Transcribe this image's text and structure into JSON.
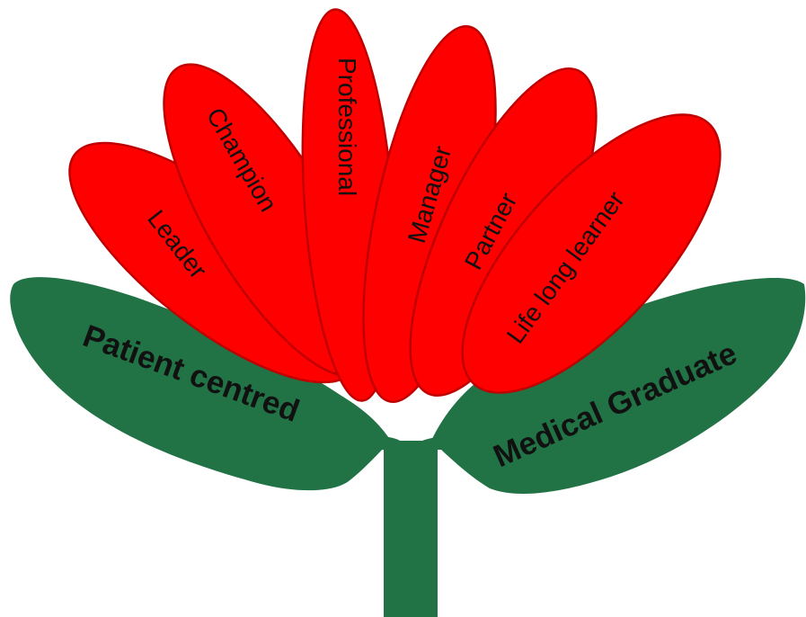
{
  "colors": {
    "petal_fill": "#ff0000",
    "petal_stroke": "#c00000",
    "leaf_fill": "#217346",
    "stem_fill": "#217346",
    "text": "#111111",
    "background": "#ffffff"
  },
  "petals": [
    {
      "id": "leader",
      "label": "Leader"
    },
    {
      "id": "champion",
      "label": "Champion"
    },
    {
      "id": "professional",
      "label": "Professional"
    },
    {
      "id": "manager",
      "label": "Manager"
    },
    {
      "id": "partner",
      "label": "Partner"
    },
    {
      "id": "life-long-learner",
      "label": "Life long learner"
    }
  ],
  "leaves": {
    "left": {
      "label": "Patient centred"
    },
    "right": {
      "label": "Medical Graduate"
    }
  }
}
